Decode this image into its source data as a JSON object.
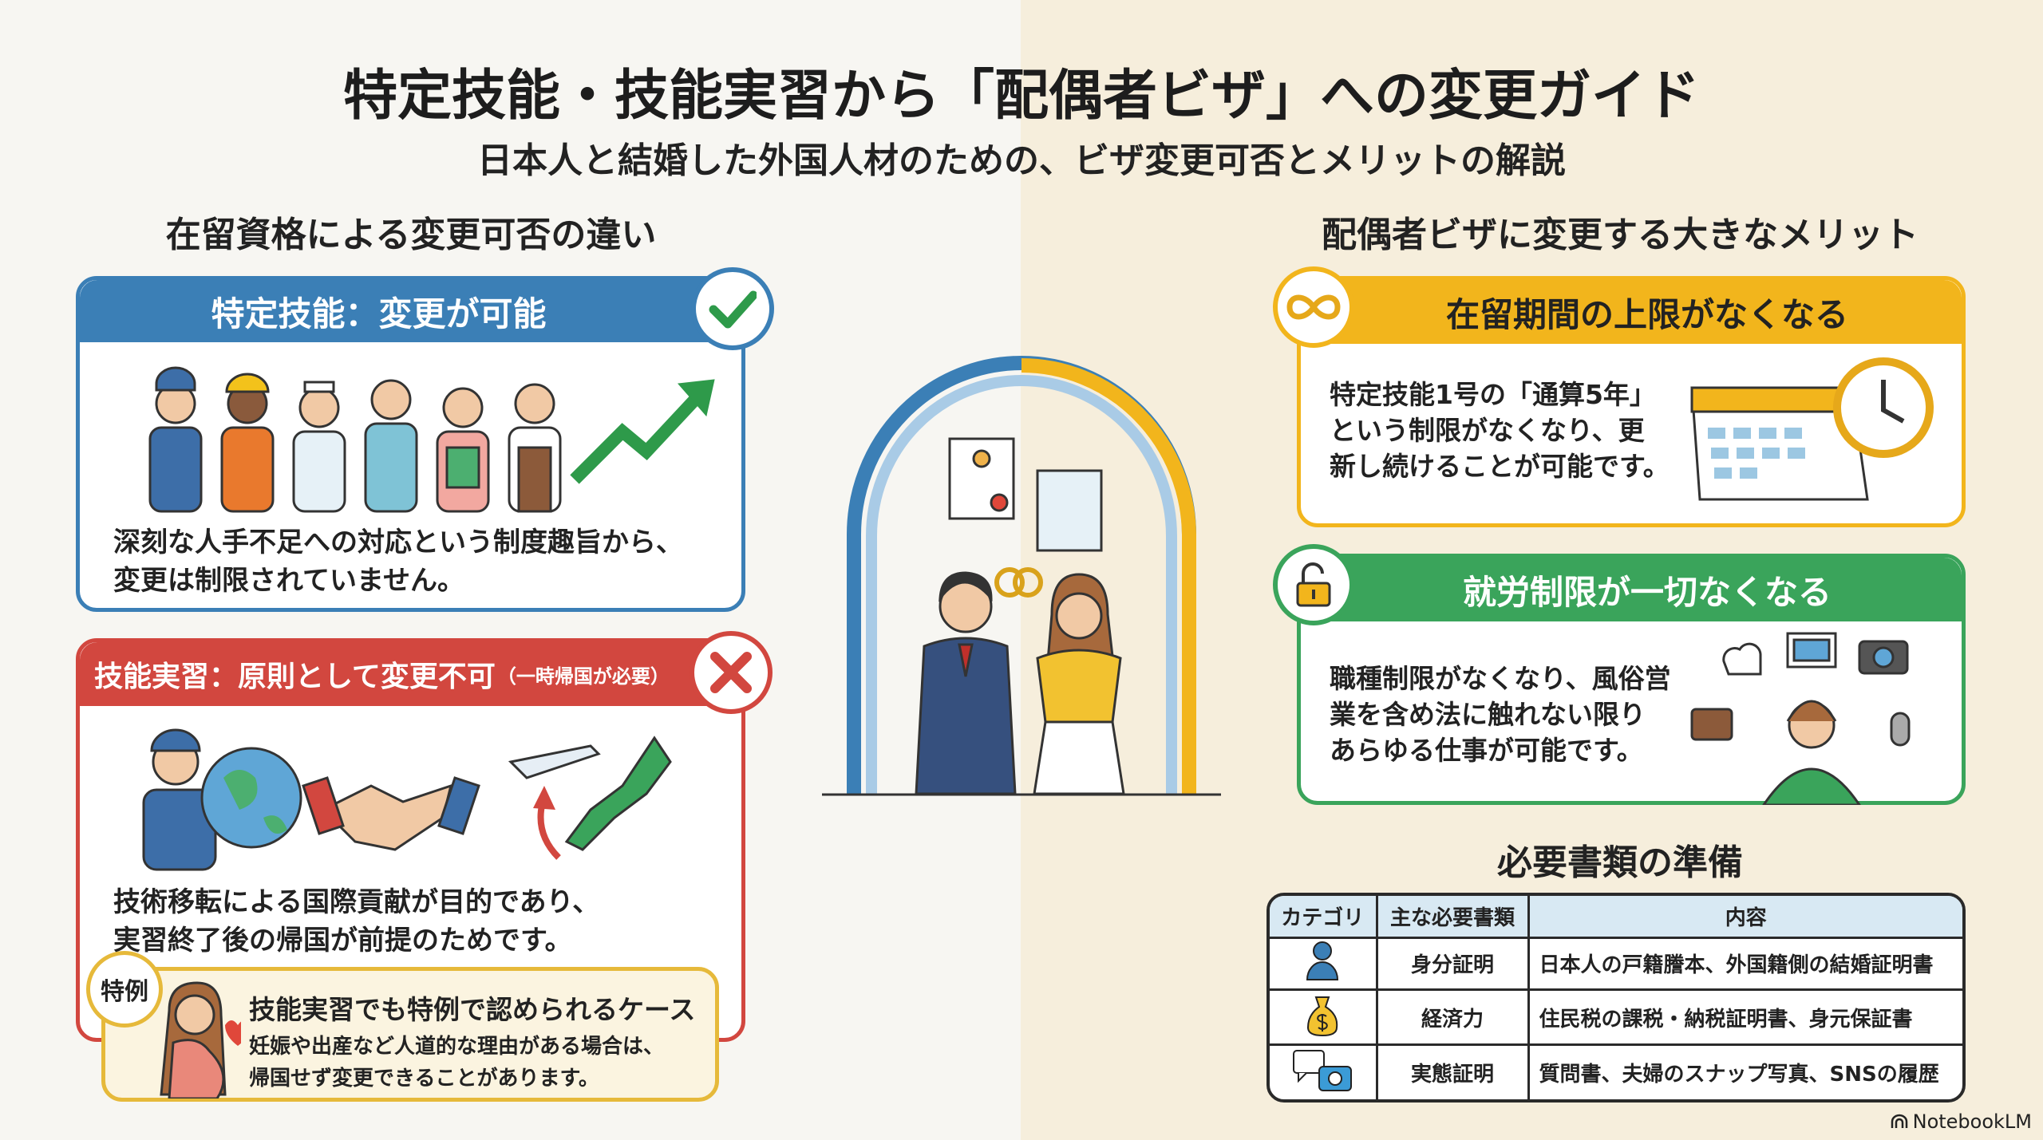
{
  "header": {
    "title": "特定技能・技能実習から「配偶者ビザ」への変更ガイド",
    "subtitle": "日本人と結婚した外国人材のための、ビザ変更可否とメリットの解説"
  },
  "left": {
    "heading": "在留資格による変更可否の違い",
    "tokutei": {
      "title": "特定技能：変更が可能",
      "body_line1": "深刻な人手不足への対応という制度趣旨から、",
      "body_line2": "変更は制限されていません。",
      "color": "#3b7fb6"
    },
    "ginou": {
      "title": "技能実習：原則として変更不可",
      "title_note": "（一時帰国が必要）",
      "body_line1": "技術移転による国際貢献が目的であり、",
      "body_line2": "実習終了後の帰国が前提のためです。",
      "color": "#d2473f"
    },
    "exception": {
      "badge": "特例",
      "title": "技能実習でも特例で認められるケース",
      "body_line1": "妊娠や出産など人道的な理由がある場合は、",
      "body_line2": "帰国せず変更できることがあります。",
      "color": "#e6b93a"
    }
  },
  "right": {
    "heading": "配偶者ビザに変更する大きなメリット",
    "merit1": {
      "title": "在留期間の上限がなくなる",
      "body_line1": "特定技能1号の「通算5年」",
      "body_line2": "という制限がなくなり、更",
      "body_line3": "新し続けることが可能です。",
      "color": "#f2b51c"
    },
    "merit2": {
      "title": "就労制限が一切なくなる",
      "body_line1": "職種制限がなくなり、風俗営",
      "body_line2": "業を含め法に触れない限り",
      "body_line3": "あらゆる仕事が可能です。",
      "color": "#3aa45b"
    },
    "docs": {
      "heading": "必要書類の準備",
      "columns": [
        "カテゴリ",
        "主な必要書類",
        "内容"
      ],
      "rows": [
        {
          "icon": "person-icon",
          "name": "身分証明",
          "content": "日本人の戸籍謄本、外国籍側の結婚証明書"
        },
        {
          "icon": "money-bag-icon",
          "name": "経済力",
          "content": "住民税の課税・納税証明書、身元保証書"
        },
        {
          "icon": "chat-camera-icon",
          "name": "実態証明",
          "content": "質問書、夫婦のスナップ写真、SNSの履歴"
        }
      ]
    }
  },
  "footer": {
    "brand": "NotebookLM"
  }
}
